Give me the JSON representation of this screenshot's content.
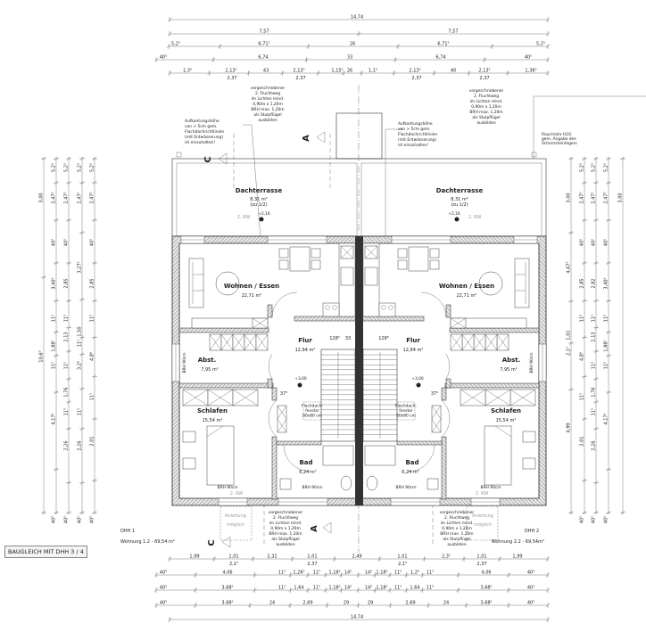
{
  "title_badge": "BAUGLEICH MIT DHH 3 / 4",
  "units": [
    {
      "name": "DHH 1",
      "apartment": "Wohnung 1.2 - 69,54 m²",
      "terrace": {
        "name": "Dachterrasse",
        "area": "8,31 m²",
        "share": "(zu 1/2)",
        "level": "+2,16"
      },
      "rw_top": "2. RW",
      "rw_bottom": "2. RW",
      "living": {
        "name": "Wohnen / Essen",
        "area": "22,71 m²"
      },
      "hall": {
        "name": "Flur",
        "area": "12,94 m²",
        "level": "+3,00"
      },
      "storage": {
        "name": "Abst.",
        "area": "7,95 m²",
        "sill": "BRH 90cm"
      },
      "bedroom": {
        "name": "Schlafen",
        "area": "15,54 m²",
        "sill": "BRH 90cm"
      },
      "bath": {
        "name": "Bad",
        "area": "6,24 m²",
        "sill": "BRH 90cm"
      },
      "skylight": [
        "Flachdach-",
        "fenster",
        "80x80 cm"
      ],
      "stair_width": "128⁵",
      "stair_gap": "33",
      "door_dim": "37⁵"
    },
    {
      "name": "DHH 2",
      "apartment": "Wohnung 2.2 - 69,54m²",
      "terrace": {
        "name": "Dachterrasse",
        "area": "8,31 m²",
        "share": "(zu 1/2)",
        "level": "+2,16"
      },
      "rw_top": "2. RW",
      "rw_bottom": "2. RW",
      "living": {
        "name": "Wohnen / Essen",
        "area": "22,71 m²"
      },
      "hall": {
        "name": "Flur",
        "area": "12,94 m²",
        "level": "+3,00"
      },
      "storage": {
        "name": "Abst.",
        "area": "7,95 m²",
        "sill": "BRH 90cm"
      },
      "bedroom": {
        "name": "Schlafen",
        "area": "15,54 m²",
        "sill": "BRH 90cm"
      },
      "bath": {
        "name": "Bad",
        "area": "6,24 m²",
        "sill": "BRH 90cm"
      },
      "skylight": [
        "Flachdach-",
        "fenster",
        "80x80 cm"
      ],
      "stair_width": "128⁵",
      "stair_gap": "",
      "door_dim": "37⁵"
    }
  ],
  "notes": {
    "escape": [
      "vorgeschriebener",
      "2. Fluchtweg",
      "im Lichten mind.",
      "0,90m x 1,20m",
      "BRH max. 1,20m",
      "als Stulpflügel",
      "ausbilden"
    ],
    "upstand": [
      "Aufkantungshöhe",
      "von > 5cm gem.",
      "Flachdachrichtlinien",
      "(mit Entwässerung)",
      "ist einzuhalten!"
    ],
    "chimney": [
      "Rauchrohr H2G",
      "gem. Angabe des",
      "Schornsteinfegers"
    ],
    "ladder": [
      "Anleitung",
      "möglich"
    ]
  },
  "section_marks": {
    "a": "A",
    "c": "C"
  },
  "dims": {
    "top": [
      [
        "14,74"
      ],
      [
        "7,57",
        "7,57"
      ],
      [
        "5,2⁵",
        "6,71⁵",
        "26",
        "6,71⁵",
        "5,2⁵"
      ],
      [
        "40⁵",
        "6,74",
        "33",
        "6,74",
        "40⁵"
      ],
      [
        "1,3⁶",
        "2,13⁵",
        "43",
        "2,13⁵",
        "1,15⁵",
        "26",
        "1,1⁵",
        "2,13⁵",
        "40",
        "2,13⁵",
        "1,36⁵"
      ]
    ],
    "top_sub": [
      "2,37",
      "2,37",
      "2,37",
      "2,37"
    ],
    "bottom": [
      [
        "1,99",
        "1,01",
        "2,32",
        "1,01",
        "2,49",
        "1,01",
        "2,3⁵",
        "1,01",
        "1,99"
      ],
      [
        "40⁵",
        "4,06",
        "11⁵",
        "1,26⁵",
        "11⁵",
        "1,18⁵",
        "14⁵",
        "14⁵",
        "1,18⁵",
        "11⁵",
        "1,2⁶",
        "11⁵",
        "4,06",
        "40⁵"
      ],
      [
        "40⁵",
        "3,68⁵",
        "11⁵",
        "1,64",
        "11⁵",
        "1,18⁵",
        "14⁵",
        "14⁵",
        "1,18⁵",
        "11⁵",
        "1,64",
        "11⁵",
        "3,68⁵",
        "40⁵"
      ],
      [
        "40⁵",
        "3,68⁵",
        "24",
        "2,69",
        "29",
        "29",
        "2,69",
        "24",
        "3,68⁵",
        "40⁵"
      ],
      [
        "14,74"
      ]
    ],
    "bottom_sub": [
      "2,1⁵",
      "2,37",
      "2,1⁵",
      "2,37"
    ],
    "left": [
      [
        "3,00",
        "10,6⁹"
      ],
      [
        "5,2⁵",
        "2,47⁵",
        "40⁵",
        "3,40⁵",
        "11⁵",
        "1,88⁵",
        "11⁵",
        "4,17⁵",
        "40⁵"
      ],
      [
        "5,2⁵",
        "2,47⁵",
        "40⁵",
        "2,85",
        "11⁵",
        "2,13",
        "11⁵",
        "1,76",
        "11⁵",
        "2,26",
        "40⁵"
      ],
      [
        "5,2⁵",
        "2,47⁵",
        "3,27⁵",
        "1,50",
        "11⁵",
        "3,2⁶",
        "11⁵",
        "2,26",
        "40⁵"
      ],
      [
        "5,2⁵",
        "2,47⁵",
        "40⁵",
        "2,85",
        "11⁵",
        "4,8⁶",
        "11⁵",
        "2,01",
        "40⁵"
      ]
    ],
    "right": [
      [
        "3,00",
        "4,67⁵",
        "1,01",
        "2,1⁵",
        "4,99"
      ],
      [
        "5,2⁵",
        "2,47⁵",
        "40⁵",
        "2,85",
        "11⁵",
        "4,8⁶",
        "11⁵",
        "2,01",
        "40⁵"
      ],
      [
        "5,2⁵",
        "2,47⁵",
        "40⁵",
        "2,82",
        "11⁵",
        "2,13",
        "11⁵",
        "1,76",
        "11⁵",
        "2,26",
        "40⁵"
      ],
      [
        "5,2⁵",
        "2,47⁵",
        "40⁵",
        "3,40⁵",
        "11⁵",
        "1,88⁵",
        "11⁵",
        "4,17⁵",
        "40⁵"
      ],
      [
        "3,00"
      ]
    ]
  }
}
